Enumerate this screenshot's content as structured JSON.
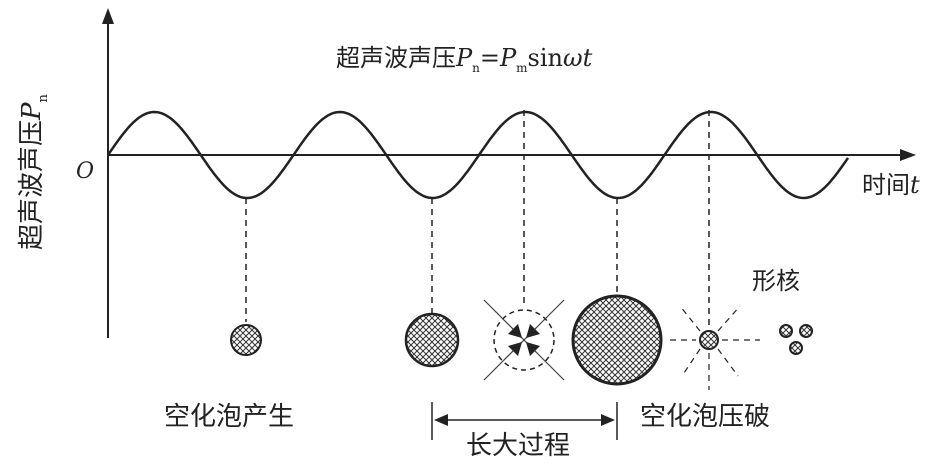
{
  "title": {
    "prefix": "超声波声压",
    "p_n": "P",
    "n_sub": "n",
    "eq": "=",
    "p_m": "P",
    "m_sub": "m",
    "sin": "sin",
    "omega_t": "ωt"
  },
  "y_axis_label": {
    "text": "超声波声压",
    "p": "P",
    "sub": "n"
  },
  "origin_label": "O",
  "x_axis_label": {
    "text": "时间",
    "t": "t"
  },
  "labels": {
    "bubble_generation": "空化泡产生",
    "growth_process": "长大过程",
    "bubble_collapse": "空化泡压破",
    "nucleation": "形核"
  }
}
